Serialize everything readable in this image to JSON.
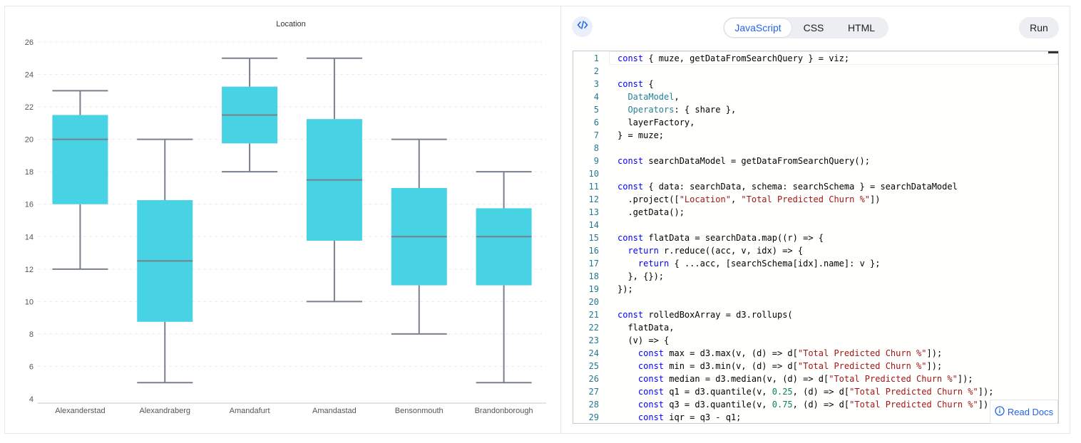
{
  "editor_tabs": [
    {
      "label": "JavaScript",
      "active": true
    },
    {
      "label": "CSS",
      "active": false
    },
    {
      "label": "HTML",
      "active": false
    }
  ],
  "run_label": "Run",
  "read_docs_label": "Read Docs",
  "icons": {
    "code_toggle": "code-brackets-icon",
    "info": "info-icon"
  },
  "colors": {
    "box_fill": "#47d3e3",
    "whisker": "#7a808c",
    "accent": "#2563eb"
  },
  "code_lines": [
    [
      [
        "const",
        "kw"
      ],
      [
        " { muze, getDataFromSearchQuery } = viz;",
        ""
      ]
    ],
    [],
    [
      [
        "const",
        "kw"
      ],
      [
        " {",
        ""
      ]
    ],
    [
      [
        "  ",
        ""
      ],
      [
        "DataModel",
        "cls"
      ],
      [
        ",",
        ""
      ]
    ],
    [
      [
        "  ",
        ""
      ],
      [
        "Operators",
        "cls"
      ],
      [
        ": { share },",
        ""
      ]
    ],
    [
      [
        "  layerFactory,",
        ""
      ]
    ],
    [
      [
        "} = muze;",
        ""
      ]
    ],
    [],
    [
      [
        "const",
        "kw"
      ],
      [
        " searchDataModel = getDataFromSearchQuery();",
        ""
      ]
    ],
    [],
    [
      [
        "const",
        "kw"
      ],
      [
        " { data: searchData, schema: searchSchema } = searchDataModel",
        ""
      ]
    ],
    [
      [
        "  .project([",
        ""
      ],
      [
        "\"Location\"",
        "str"
      ],
      [
        ", ",
        ""
      ],
      [
        "\"Total Predicted Churn %\"",
        "str"
      ],
      [
        "])",
        ""
      ]
    ],
    [
      [
        "  .getData();",
        ""
      ]
    ],
    [],
    [
      [
        "const",
        "kw"
      ],
      [
        " flatData = searchData.map((r) => {",
        ""
      ]
    ],
    [
      [
        "  ",
        ""
      ],
      [
        "return",
        "kw"
      ],
      [
        " r.reduce((acc, v, idx) => {",
        ""
      ]
    ],
    [
      [
        "    ",
        ""
      ],
      [
        "return",
        "kw"
      ],
      [
        " { ...acc, [searchSchema[idx].name]: v };",
        ""
      ]
    ],
    [
      [
        "  }, {});",
        ""
      ]
    ],
    [
      [
        "});",
        ""
      ]
    ],
    [],
    [
      [
        "const",
        "kw"
      ],
      [
        " rolledBoxArray = d3.rollups(",
        ""
      ]
    ],
    [
      [
        "  flatData,",
        ""
      ]
    ],
    [
      [
        "  (v) => {",
        ""
      ]
    ],
    [
      [
        "    ",
        ""
      ],
      [
        "const",
        "kw"
      ],
      [
        " max = d3.max(v, (d) => d[",
        ""
      ],
      [
        "\"Total Predicted Churn %\"",
        "str"
      ],
      [
        "]);",
        ""
      ]
    ],
    [
      [
        "    ",
        ""
      ],
      [
        "const",
        "kw"
      ],
      [
        " min = d3.min(v, (d) => d[",
        ""
      ],
      [
        "\"Total Predicted Churn %\"",
        "str"
      ],
      [
        "]);",
        ""
      ]
    ],
    [
      [
        "    ",
        ""
      ],
      [
        "const",
        "kw"
      ],
      [
        " median = d3.median(v, (d) => d[",
        ""
      ],
      [
        "\"Total Predicted Churn %\"",
        "str"
      ],
      [
        "]);",
        ""
      ]
    ],
    [
      [
        "    ",
        ""
      ],
      [
        "const",
        "kw"
      ],
      [
        " q1 = d3.quantile(v, ",
        ""
      ],
      [
        "0.25",
        "num"
      ],
      [
        ", (d) => d[",
        ""
      ],
      [
        "\"Total Predicted Churn %\"",
        "str"
      ],
      [
        "]);",
        ""
      ]
    ],
    [
      [
        "    ",
        ""
      ],
      [
        "const",
        "kw"
      ],
      [
        " q3 = d3.quantile(v, ",
        ""
      ],
      [
        "0.75",
        "num"
      ],
      [
        ", (d) => d[",
        ""
      ],
      [
        "\"Total Predicted Churn %\"",
        "str"
      ],
      [
        "]);",
        ""
      ]
    ],
    [
      [
        "    ",
        ""
      ],
      [
        "const",
        "kw"
      ],
      [
        " iqr = q3 - q1;",
        ""
      ]
    ]
  ],
  "chart_data": {
    "type": "boxplot",
    "title": "Location",
    "xlabel": "",
    "ylabel": "",
    "ylim": [
      4,
      26
    ],
    "yticks": [
      4,
      6,
      8,
      10,
      12,
      14,
      16,
      18,
      20,
      22,
      24,
      26
    ],
    "grid": true,
    "categories": [
      "Alexanderstad",
      "Alexandraberg",
      "Amandafurt",
      "Amandastad",
      "Bensonmouth",
      "Brandonborough"
    ],
    "boxes": [
      {
        "min": 12,
        "q1": 16,
        "median": 20,
        "q3": 21.5,
        "max": 23
      },
      {
        "min": 5,
        "q1": 8.75,
        "median": 12.5,
        "q3": 16.25,
        "max": 20
      },
      {
        "min": 18,
        "q1": 19.75,
        "median": 21.5,
        "q3": 23.25,
        "max": 25
      },
      {
        "min": 10,
        "q1": 13.75,
        "median": 17.5,
        "q3": 21.25,
        "max": 25
      },
      {
        "min": 8,
        "q1": 11,
        "median": 14,
        "q3": 17,
        "max": 20
      },
      {
        "min": 5,
        "q1": 11,
        "median": 14,
        "q3": 15.75,
        "max": 18
      }
    ]
  }
}
